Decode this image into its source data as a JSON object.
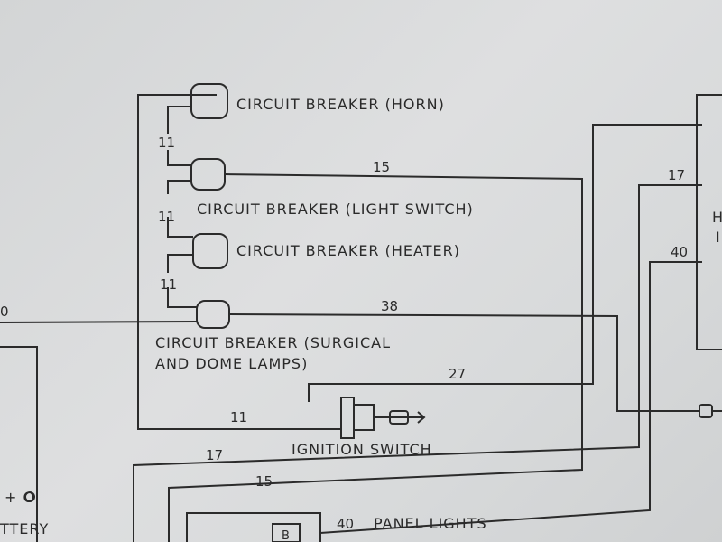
{
  "labels": {
    "cb_horn": "CIRCUIT BREAKER (HORN)",
    "cb_light": "CIRCUIT BREAKER (LIGHT SWITCH)",
    "cb_heater": "CIRCUIT BREAKER (HEATER)",
    "cb_surgical_1": "CIRCUIT BREAKER (SURGICAL",
    "cb_surgical_2": "AND DOME LAMPS)",
    "ignition": "IGNITION SWITCH",
    "battery": "TTERY",
    "battery_terminals": "+ O",
    "panel_lights": "PANEL LIGHTS",
    "b_term": "B",
    "right_h": "H",
    "right_i": "I"
  },
  "wires": {
    "w11_a": "11",
    "w11_b": "11",
    "w11_c": "11",
    "w11_d": "11",
    "w15_top": "15",
    "w15_bottom": "15",
    "w17_right": "17",
    "w17_bottom": "17",
    "w40_right": "40",
    "w40_panel": "40",
    "w38": "38",
    "w27": "27",
    "w0": "0"
  }
}
